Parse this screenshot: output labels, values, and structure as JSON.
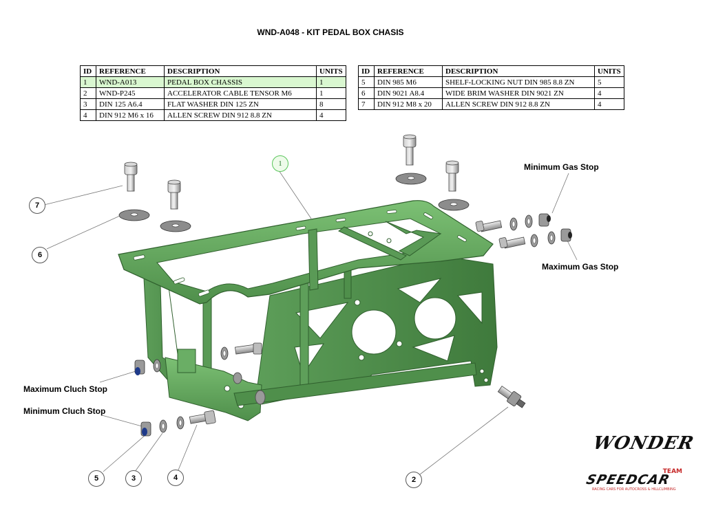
{
  "title": "WND-A048 - KIT PEDAL BOX CHASIS",
  "bom_headers": [
    "ID",
    "REFERENCE",
    "DESCRIPTION",
    "UNITS"
  ],
  "bom_left": [
    {
      "id": "1",
      "ref": "WND-A013",
      "desc": "PEDAL BOX CHASSIS",
      "units": "1"
    },
    {
      "id": "2",
      "ref": "WND-P245",
      "desc": "ACCELERATOR CABLE TENSOR M6",
      "units": "1"
    },
    {
      "id": "3",
      "ref": "DIN 125 A6.4",
      "desc": "FLAT WASHER DIN 125 ZN",
      "units": "8"
    },
    {
      "id": "4",
      "ref": "DIN 912 M6 x 16",
      "desc": "ALLEN SCREW DIN 912 8.8 ZN",
      "units": "4"
    }
  ],
  "bom_right": [
    {
      "id": "5",
      "ref": "DIN 985 M6",
      "desc": "SHELF-LOCKING NUT DIN 985 8.8 ZN",
      "units": "5"
    },
    {
      "id": "6",
      "ref": "DIN 9021 A8.4",
      "desc": "WIDE BRIM WASHER DIN 9021 ZN",
      "units": "4"
    },
    {
      "id": "7",
      "ref": "DIN 912 M8 x 20",
      "desc": "ALLEN SCREW DIN 912 8.8 ZN",
      "units": "4"
    }
  ],
  "callouts": {
    "min_gas": "Minimum Gas Stop",
    "max_gas": "Maximum Gas Stop",
    "max_clutch": "Maximum Cluch Stop",
    "min_clutch": "Minimum Cluch Stop"
  },
  "balloons": {
    "b1": "1",
    "b2": "2",
    "b3": "3",
    "b4": "4",
    "b5": "5",
    "b6": "6",
    "b7": "7"
  },
  "logos": {
    "wonder": "WONDER",
    "speedcar": "SPEEDCAR",
    "speedcar_tag": "TEAM",
    "speedcar_sub": "RACING CARS FOR AUTOCROSS & HILLCLIMBING"
  },
  "colors": {
    "chassis": "#5d9e59",
    "chassis_dark": "#3f7a3c",
    "hardware": "#9a9a9a",
    "highlight_row": "#d9f7d0"
  }
}
